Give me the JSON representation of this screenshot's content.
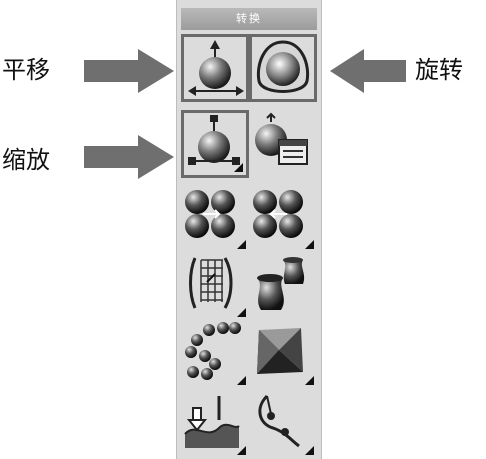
{
  "panel": {
    "title": "转换"
  },
  "callouts": {
    "translate": "平移",
    "rotate": "旋转",
    "scale": "缩放"
  }
}
